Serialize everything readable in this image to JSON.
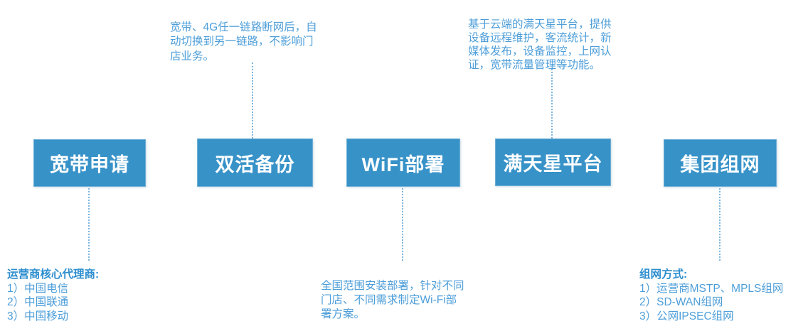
{
  "colors": {
    "box_fill": "#3792C8",
    "box_border": "#6FAFD6",
    "box_text": "#FFFFFF",
    "annotation_text": "#4D9ED9",
    "annotation_header": "#2D8ECF",
    "connector": "#7DB6DF",
    "background": "#FFFFFF"
  },
  "boxes": [
    {
      "label": "宽带申请"
    },
    {
      "label": "双活备份"
    },
    {
      "label": "WiFi部署"
    },
    {
      "label": "满天星平台"
    },
    {
      "label": "集团组网"
    }
  ],
  "annotations": {
    "top": [
      {
        "above_box": "双活备份",
        "text": "宽带、4G任一链路断网后，自\n动切换到另一链路，不影响门\n店业务。"
      },
      {
        "above_box": "满天星平台",
        "text": "基于云端的满天星平台，提供\n设备远程维护，客流统计，新\n媒体发布，设备监控，上网认\n证，宽带流量管理等功能。"
      }
    ],
    "bottom": [
      {
        "below_box": "宽带申请",
        "header": "运营商核心代理商:",
        "items": [
          "1）中国电信",
          "2）中国联通",
          "3）中国移动"
        ]
      },
      {
        "below_box": "WiFi部署",
        "text": "全国范围安装部署，针对不同\n门店、不同需求制定Wi-Fi部\n署方案。"
      },
      {
        "below_box": "集团组网",
        "header": "组网方式:",
        "items": [
          "1）运营商MSTP、MPLS组网",
          "2）SD-WAN组网",
          "3）公网IPSEC组网"
        ]
      }
    ]
  }
}
